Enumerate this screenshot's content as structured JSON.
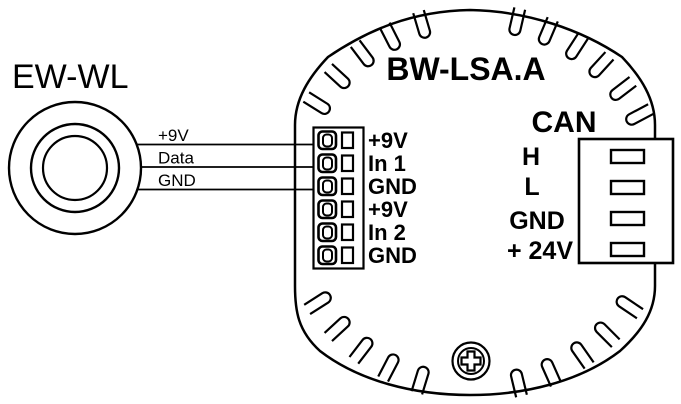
{
  "sensor": {
    "label": "EW-WL"
  },
  "wires": {
    "labels": [
      "+9V",
      "Data",
      "GND"
    ]
  },
  "device": {
    "title": "BW-LSA.A",
    "terminal_pins": [
      "+9V",
      "In 1",
      "GND",
      "+9V",
      "In 2",
      "GND"
    ],
    "can": {
      "title": "CAN",
      "pins": [
        "H",
        "L",
        "GND",
        "+ 24V"
      ]
    }
  },
  "colors": {
    "ink": "#000000",
    "background": "#ffffff"
  }
}
